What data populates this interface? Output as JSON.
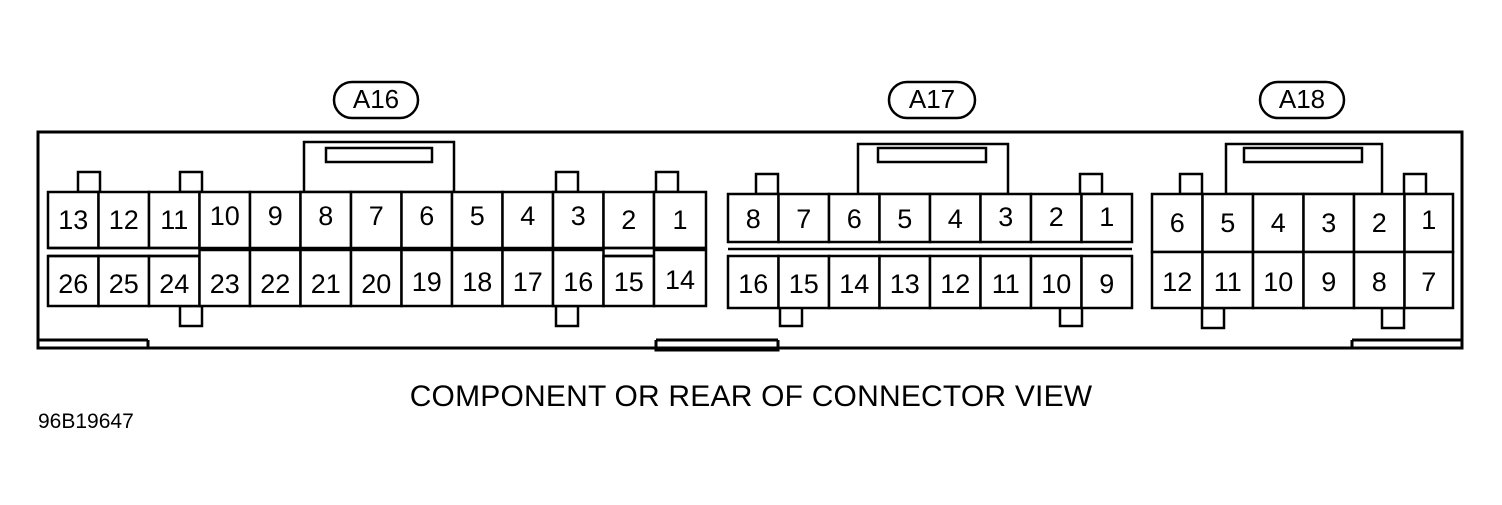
{
  "connectors": [
    {
      "label": "A16",
      "top_row": [
        "13",
        "12",
        "11",
        "10",
        "9",
        "8",
        "7",
        "6",
        "5",
        "4",
        "3",
        "2",
        "1"
      ],
      "bottom_row": [
        "26",
        "25",
        "24",
        "23",
        "22",
        "21",
        "20",
        "19",
        "18",
        "17",
        "16",
        "15",
        "14"
      ]
    },
    {
      "label": "A17",
      "top_row": [
        "8",
        "7",
        "6",
        "5",
        "4",
        "3",
        "2",
        "1"
      ],
      "bottom_row": [
        "16",
        "15",
        "14",
        "13",
        "12",
        "11",
        "10",
        "9"
      ]
    },
    {
      "label": "A18",
      "top_row": [
        "6",
        "5",
        "4",
        "3",
        "2",
        "1"
      ],
      "bottom_row": [
        "12",
        "11",
        "10",
        "9",
        "8",
        "7"
      ]
    }
  ],
  "caption": "COMPONENT OR REAR OF CONNECTOR VIEW",
  "figure_id": "96B19647"
}
